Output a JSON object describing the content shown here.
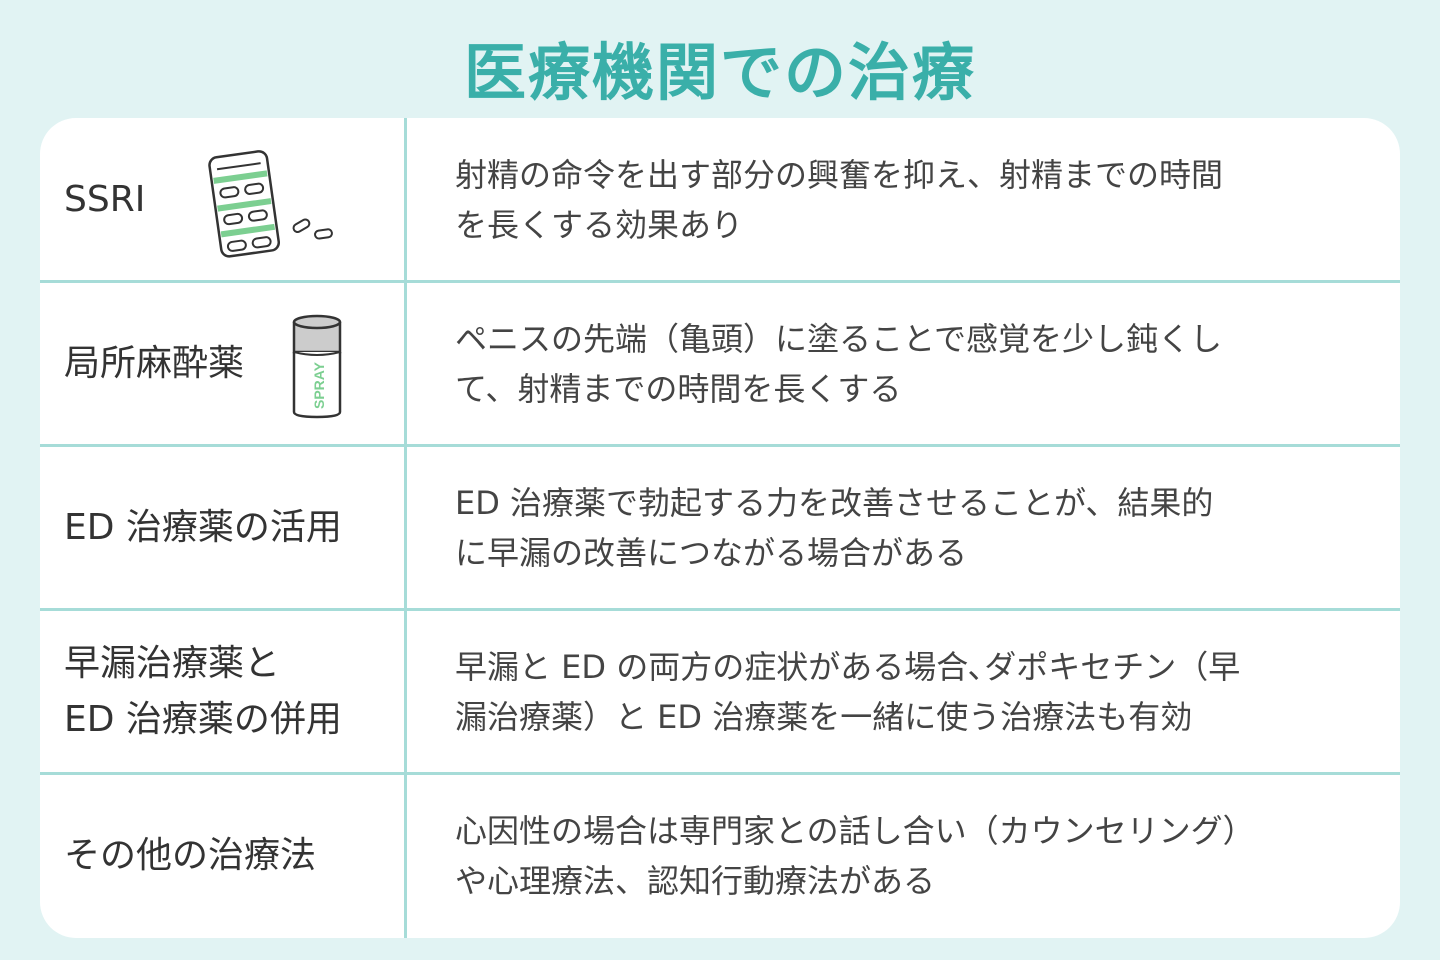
{
  "title": "医療機関での治療",
  "spray_label": "SPRAY",
  "colors": {
    "accent": "#3aafa9",
    "divider": "#a6dcd8",
    "green": "#7ccf91",
    "background": "#e1f3f3"
  },
  "rows": [
    {
      "label": [
        "SSRI"
      ],
      "icon": "pill-blister-icon",
      "desc": [
        "射精の命令を出す部分の興奮を抑え、射精までの時間",
        "を長くする効果あり"
      ]
    },
    {
      "label": [
        "局所麻酔薬"
      ],
      "icon": "spray-can-icon",
      "desc": [
        "ペニスの先端（亀頭）に塗ることで感覚を少し鈍くし",
        "て、射精までの時間を長くする"
      ]
    },
    {
      "label": [
        "ED 治療薬の活用"
      ],
      "desc": [
        "ED 治療薬で勃起する力を改善させることが、結果的",
        "に早漏の改善につながる場合がある"
      ]
    },
    {
      "label": [
        "早漏治療薬と",
        "ED 治療薬の併用"
      ],
      "desc": [
        "早漏と ED の両方の症状がある場合､ダポキセチン（早",
        "漏治療薬）と ED 治療薬を一緒に使う治療法も有効"
      ]
    },
    {
      "label": [
        "その他の治療法"
      ],
      "desc": [
        "心因性の場合は専門家との話し合い（カウンセリング）",
        "や心理療法、認知行動療法がある"
      ]
    }
  ]
}
